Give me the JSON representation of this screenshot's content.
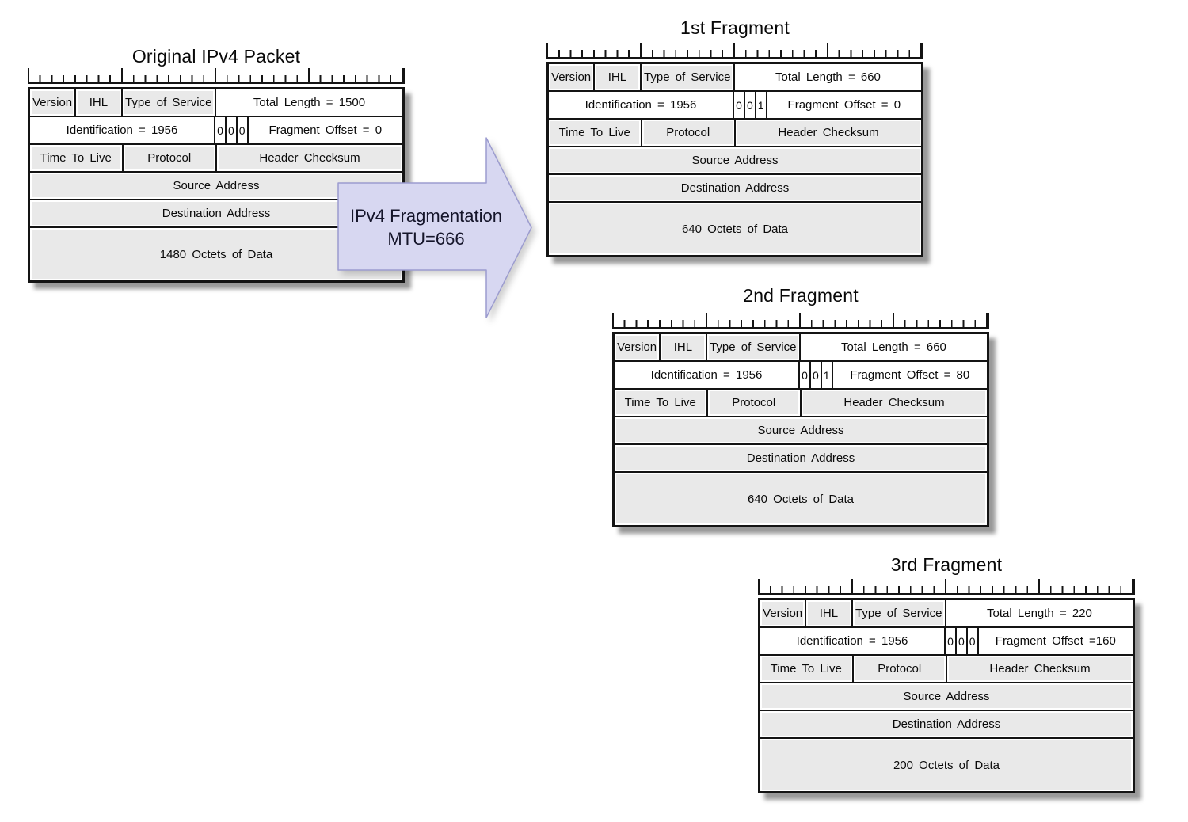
{
  "colors": {
    "border": "#141414",
    "cell_gray": "#e9e9e9",
    "arrow_fill": "#d7d7f1",
    "arrow_border": "#9c9ccf",
    "text": "#0a0a0a"
  },
  "arrow": {
    "line1": "IPv4 Fragmentation",
    "line2": "MTU=666"
  },
  "packets": [
    {
      "title": "Original IPv4 Packet",
      "version": "Version",
      "ihl": "IHL",
      "tos": "Type of Service",
      "total_length": "Total Length = 1500",
      "identification": "Identification = 1956",
      "flags": [
        "0",
        "0",
        "0"
      ],
      "fragment_offset": "Fragment Offset = 0",
      "ttl": "Time To Live",
      "protocol": "Protocol",
      "checksum": "Header Checksum",
      "source": "Source Address",
      "destination": "Destination Address",
      "payload": "1480 Octets of Data"
    },
    {
      "title": "1st Fragment",
      "version": "Version",
      "ihl": "IHL",
      "tos": "Type of Service",
      "total_length": "Total Length = 660",
      "identification": "Identification = 1956",
      "flags": [
        "0",
        "0",
        "1"
      ],
      "fragment_offset": "Fragment Offset = 0",
      "ttl": "Time To Live",
      "protocol": "Protocol",
      "checksum": "Header Checksum",
      "source": "Source Address",
      "destination": "Destination Address",
      "payload": "640 Octets of Data"
    },
    {
      "title": "2nd Fragment",
      "version": "Version",
      "ihl": "IHL",
      "tos": "Type of Service",
      "total_length": "Total Length = 660",
      "identification": "Identification = 1956",
      "flags": [
        "0",
        "0",
        "1"
      ],
      "fragment_offset": "Fragment Offset = 80",
      "ttl": "Time To Live",
      "protocol": "Protocol",
      "checksum": "Header Checksum",
      "source": "Source Address",
      "destination": "Destination Address",
      "payload": "640 Octets of Data"
    },
    {
      "title": "3rd Fragment",
      "version": "Version",
      "ihl": "IHL",
      "tos": "Type of Service",
      "total_length": "Total Length = 220",
      "identification": "Identification = 1956",
      "flags": [
        "0",
        "0",
        "0"
      ],
      "fragment_offset": "Fragment Offset =160",
      "ttl": "Time To Live",
      "protocol": "Protocol",
      "checksum": "Header Checksum",
      "source": "Source Address",
      "destination": "Destination Address",
      "payload": "200 Octets of Data"
    }
  ]
}
